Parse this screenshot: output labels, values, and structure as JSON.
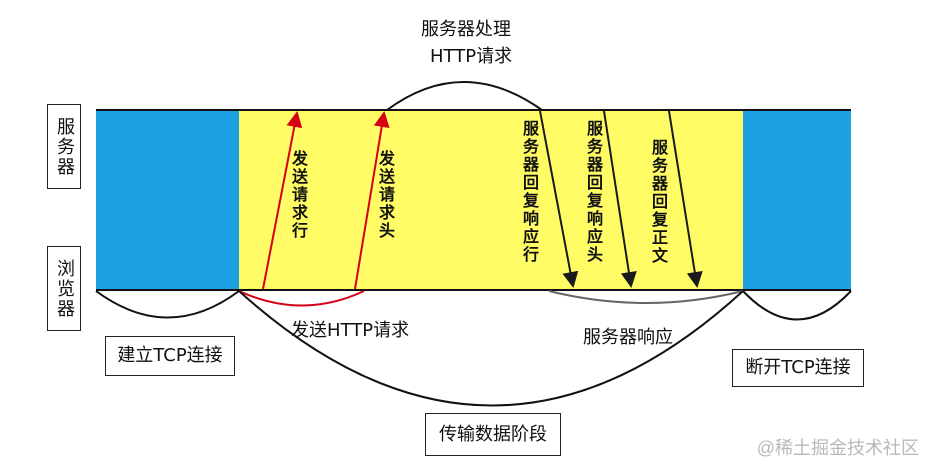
{
  "side_labels": {
    "server": "服务器",
    "browser": "浏览器"
  },
  "top_label": {
    "line1": "服务器处理",
    "line2": "HTTP请求"
  },
  "arrow_labels": {
    "send_request_line": "发送请求行",
    "send_request_header": "发送请求头",
    "server_reply_line": "服务器回复响应行",
    "server_reply_header": "服务器回复响应头",
    "server_reply_body": "服务器回复正文"
  },
  "phase_labels": {
    "tcp_connect": "建立TCP连接",
    "send_http_request": "发送HTTP请求",
    "server_response": "服务器响应",
    "tcp_disconnect": "断开TCP连接",
    "data_transfer": "传输数据阶段"
  },
  "watermark": "@稀土掘金技术社区",
  "colors": {
    "tcp_block": "#1ea1e2",
    "transfer_block": "#fffc66",
    "request_arrow": "#d60016",
    "response_arrow": "#1a1a1a",
    "response_underline": "#666666"
  }
}
